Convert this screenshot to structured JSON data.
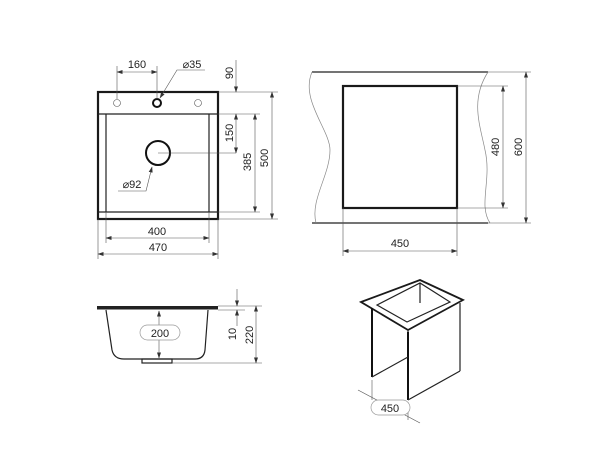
{
  "top_view": {
    "tap_spacing": "160",
    "tap_hole_diameter": "⌀35",
    "back_deck_depth": "90",
    "drain_offset": "150",
    "bowl_length": "385",
    "overall_depth": "500",
    "bowl_width": "400",
    "overall_width": "470",
    "drain_diameter": "⌀92"
  },
  "cutout_view": {
    "cutout_depth": "480",
    "countertop_depth": "600",
    "cutout_width": "450"
  },
  "side_view": {
    "bowl_depth": "200",
    "rim_thickness": "10",
    "overall_height": "220"
  },
  "cabinet_view": {
    "cabinet_width": "450"
  }
}
